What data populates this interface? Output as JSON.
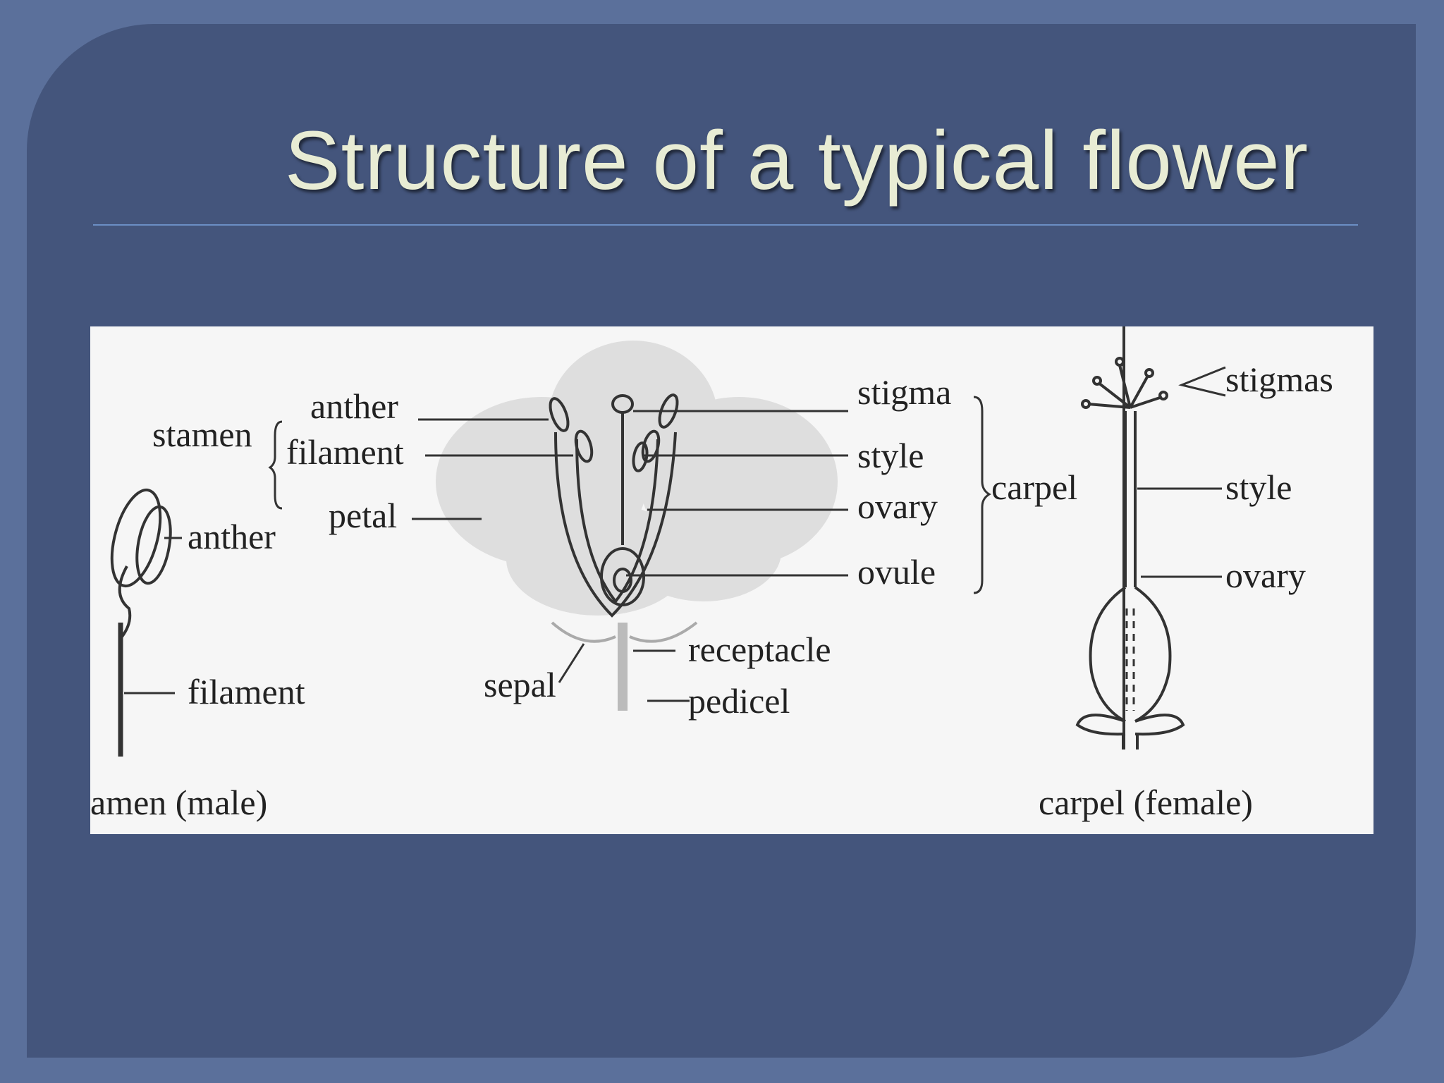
{
  "slide": {
    "title": "Structure of a typical flower"
  },
  "labels": {
    "stamen_group": "stamen",
    "anther": "anther",
    "filament": "filament",
    "petal": "petal",
    "stigma": "stigma",
    "style": "style",
    "ovary": "ovary",
    "ovule": "ovule",
    "carpel_group": "carpel",
    "receptacle": "receptacle",
    "sepal": "sepal",
    "pedicel": "pedicel",
    "stamen_anther": "anther",
    "stamen_filament": "filament",
    "stamen_caption": "amen (male)",
    "carpel_stigmas": "stigmas",
    "carpel_style": "style",
    "carpel_ovary": "ovary",
    "carpel_caption": "carpel (female)"
  },
  "colors": {
    "background": "#44557c",
    "title": "#e8ecd4",
    "rule": "#6b8ec4",
    "diagram_bg": "#f6f6f6"
  }
}
